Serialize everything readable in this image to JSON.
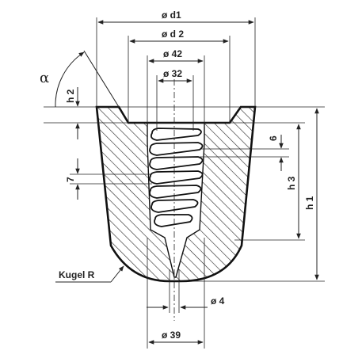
{
  "labels": {
    "d1": "ø d1",
    "d2": "ø d 2",
    "d42": "ø 42",
    "d32": "ø 32",
    "alpha": "α",
    "h2": "h 2",
    "six": "6",
    "seven": "7",
    "h3": "h 3",
    "h1": "h 1",
    "kugel": "Kugel R",
    "d4": "ø 4",
    "d39": "ø 39"
  },
  "colors": {
    "line": "#222222",
    "background": "#ffffff"
  }
}
